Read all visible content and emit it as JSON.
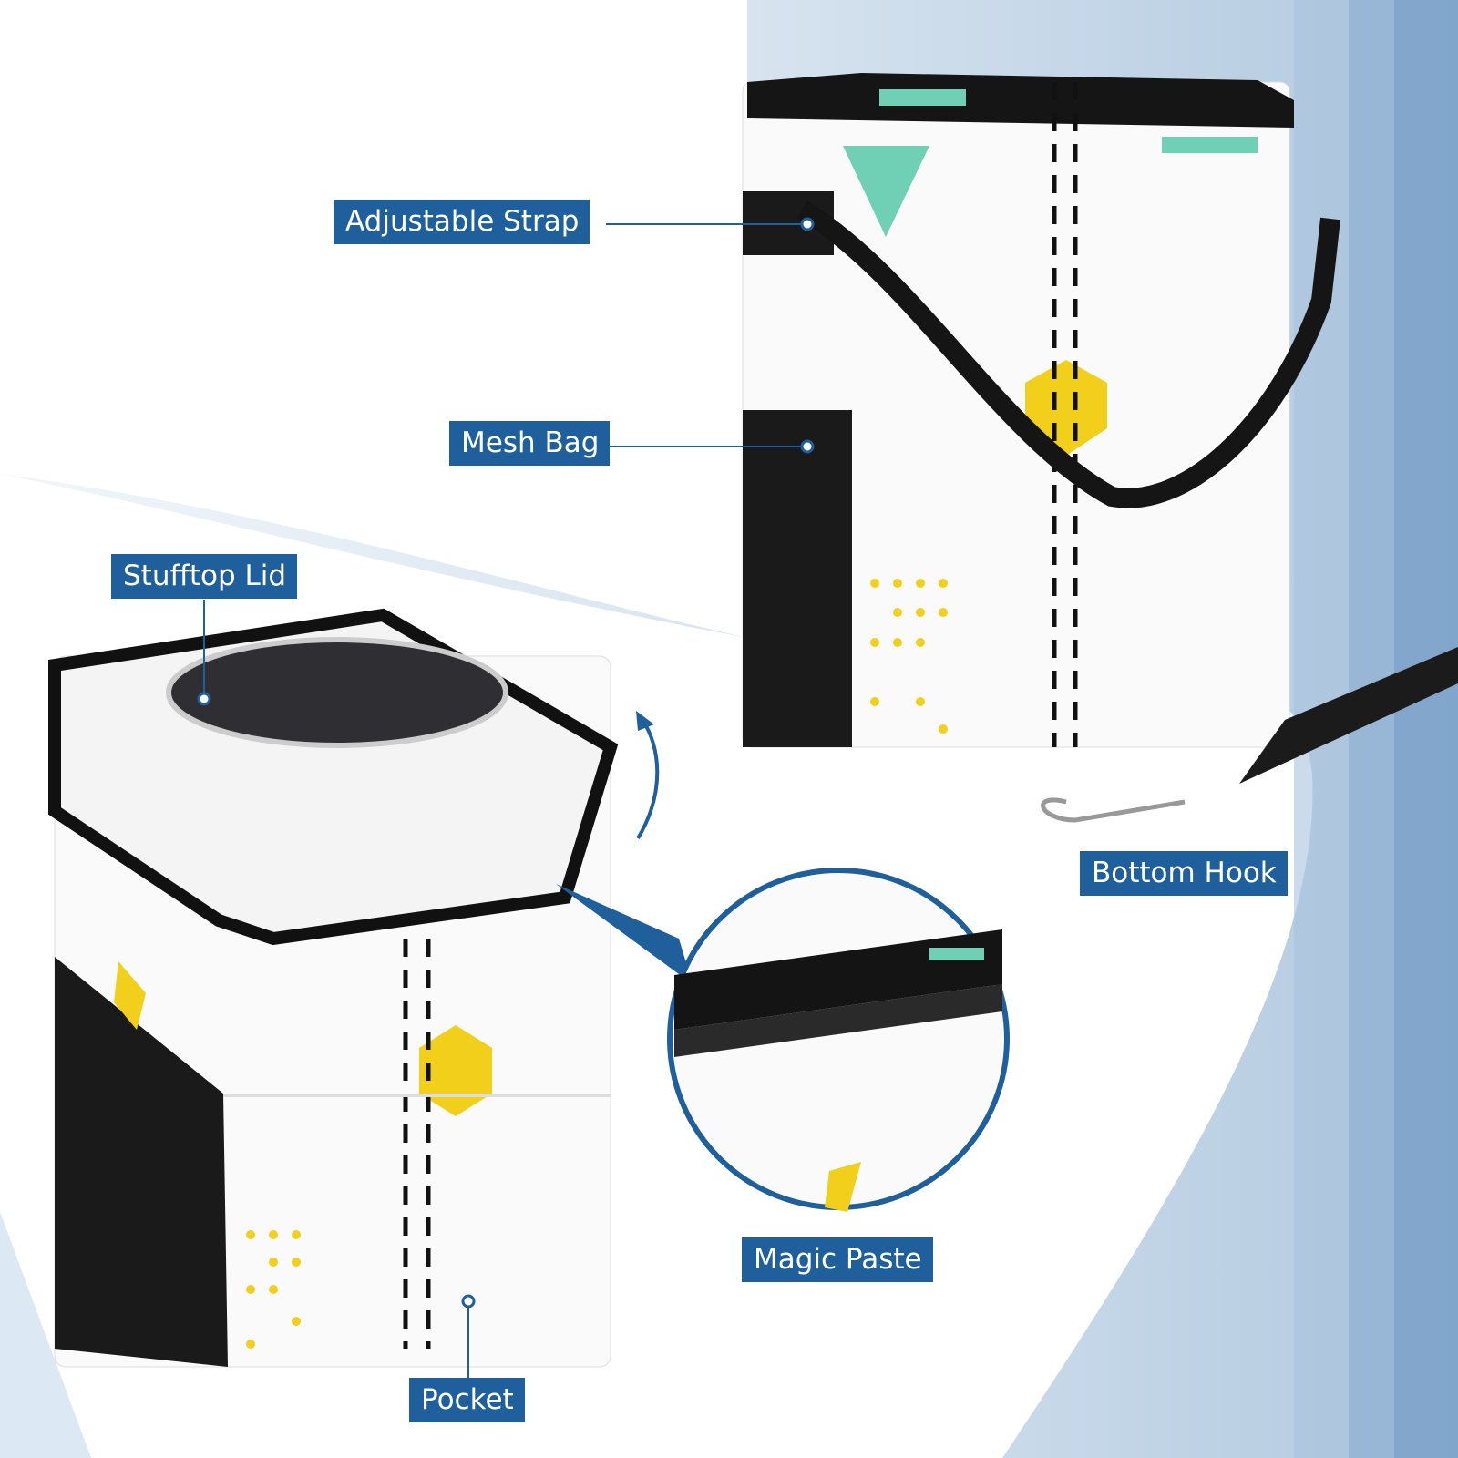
{
  "labels": {
    "adjustable_strap": "Adjustable Strap",
    "mesh_bag": "Mesh Bag",
    "stufftop_lid": "Stufftop Lid",
    "bottom_hook": "Bottom Hook",
    "magic_paste": "Magic Paste",
    "pocket": "Pocket"
  },
  "colors": {
    "label_bg": "#1f5f9b",
    "accent_teal": "#6fd0b5",
    "accent_yellow": "#f2cf1a",
    "bag_black": "#151515"
  }
}
